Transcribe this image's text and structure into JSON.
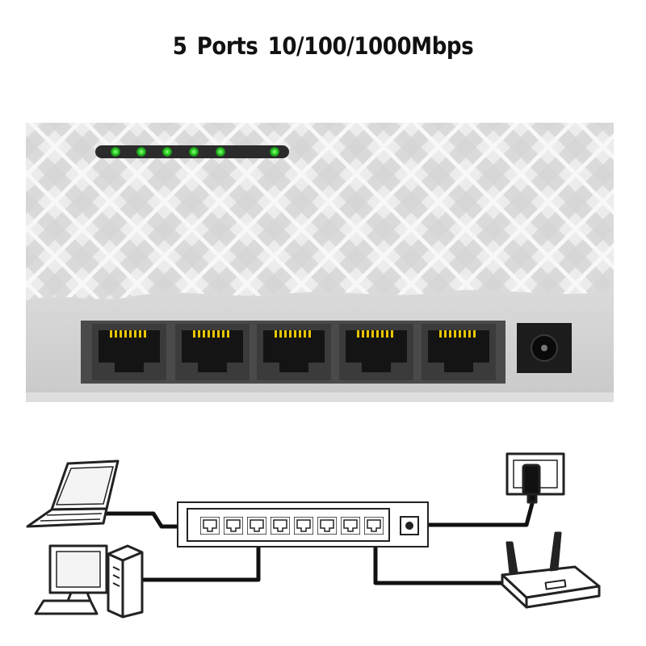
{
  "title": "5 Ports  10/100/1000Mbps",
  "device": {
    "led_count": 6,
    "port_count": 5,
    "has_dc_jack": true,
    "led_color": "#3ee23a",
    "body_color": "#e6e6e6",
    "pattern_color": "#d2d2d2"
  },
  "diagram": {
    "switch_port_count": 8,
    "devices": [
      "laptop-icon",
      "desktop-computer-icon",
      "power-outlet-icon",
      "wifi-router-icon"
    ],
    "cable_color": "#111111"
  }
}
